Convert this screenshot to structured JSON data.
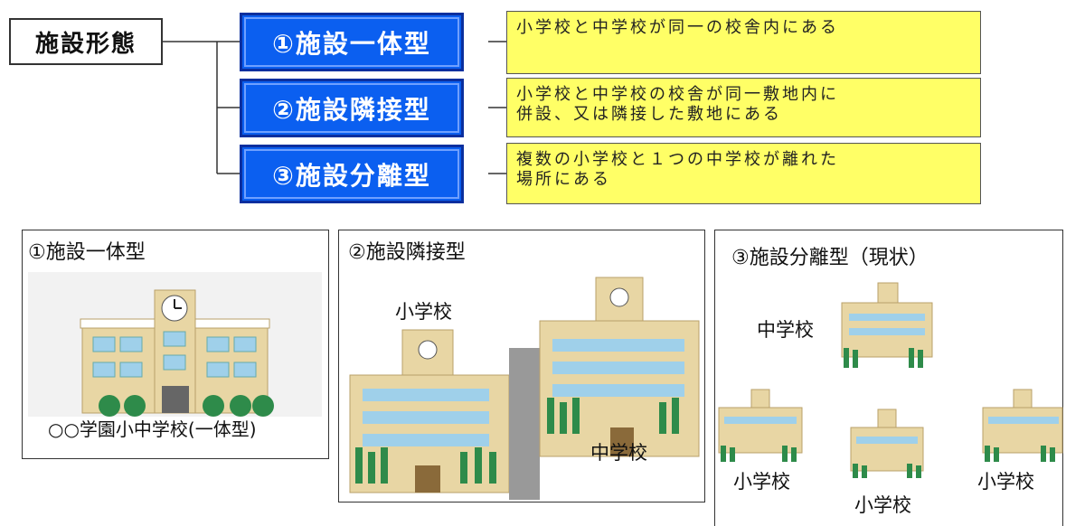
{
  "tree": {
    "root": "施設形態",
    "types": [
      {
        "label": "①施設一体型",
        "desc": [
          "小学校と中学校が同一の校舎内にある"
        ]
      },
      {
        "label": "②施設隣接型",
        "desc": [
          "小学校と中学校の校舎が同一敷地内に",
          "併設、又は隣接した敷地にある"
        ]
      },
      {
        "label": "③施設分離型",
        "desc": [
          "複数の小学校と１つの中学校が離れた",
          "場所にある"
        ]
      }
    ]
  },
  "panels": {
    "integrated": {
      "title": "①施設一体型",
      "caption": "○○学園小中学校(一体型)"
    },
    "adjacent": {
      "title": "②施設隣接型",
      "elementary": "小学校",
      "junior": "中学校"
    },
    "separated": {
      "title": "③施設分離型（現状）",
      "junior": "中学校",
      "elementary_1": "小学校",
      "elementary_2": "小学校",
      "elementary_3": "小学校"
    }
  },
  "colors": {
    "button_fill": "#0b5ff0",
    "button_border": "#0a2f9e",
    "desc_fill": "#ffff66",
    "building": "#e8d6a4",
    "window": "#9fd0ea",
    "tree": "#2e8b4a"
  }
}
